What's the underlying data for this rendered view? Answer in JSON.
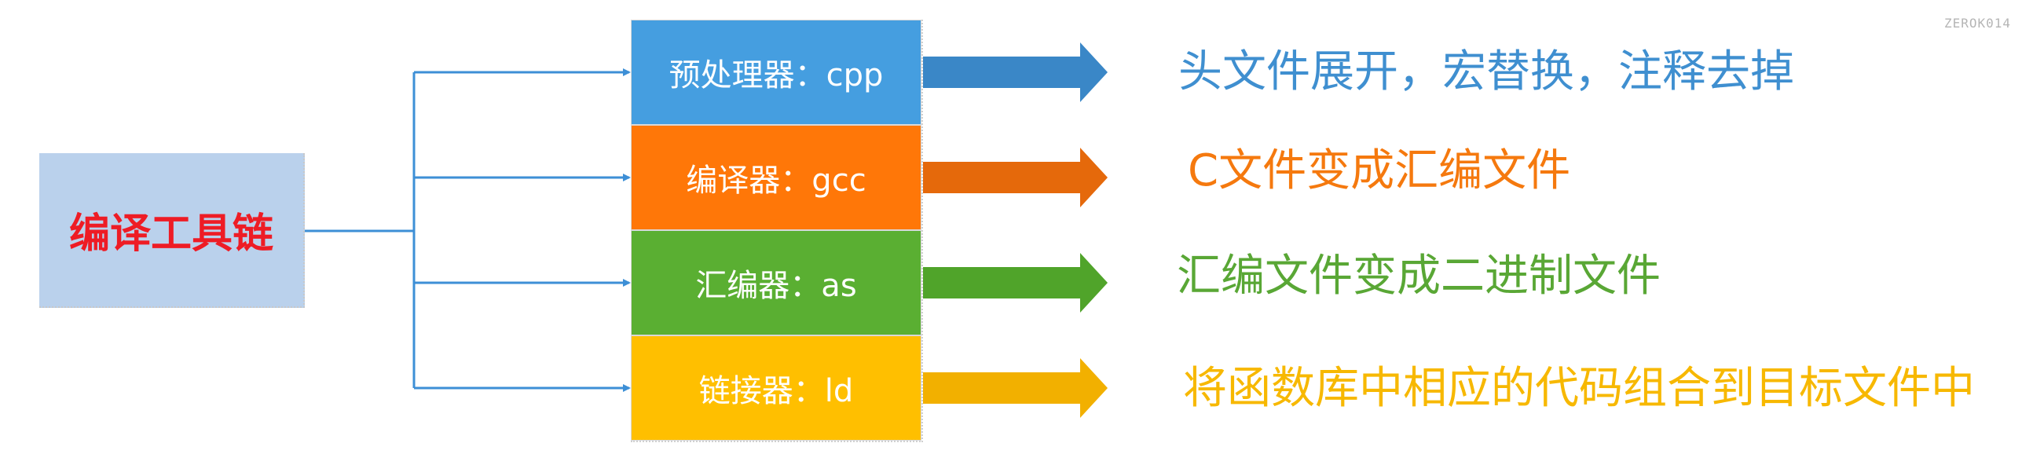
{
  "watermark": "ZEROK014",
  "source": {
    "label": "编译工具链",
    "fill": "#bad1ec",
    "text_color": "#ee1c25"
  },
  "connector_color": "#3d8fd6",
  "stages": [
    {
      "label": "预处理器：cpp",
      "description": "头文件展开，宏替换，注释去掉",
      "box_color": "#459ee0",
      "arrow_color": "#3a87c7",
      "desc_color": "#3f8fd0"
    },
    {
      "label": "编译器：gcc",
      "description": "C文件变成汇编文件",
      "box_color": "#ff7708",
      "arrow_color": "#e5690b",
      "desc_color": "#f5790e"
    },
    {
      "label": "汇编器：as",
      "description": "汇编文件变成二进制文件",
      "box_color": "#5aaf32",
      "arrow_color": "#50a42a",
      "desc_color": "#59a735"
    },
    {
      "label": "链接器：ld",
      "description": "将函数库中相应的代码组合到目标文件中",
      "box_color": "#ffbf00",
      "arrow_color": "#f2b000",
      "desc_color": "#f7b800"
    }
  ]
}
